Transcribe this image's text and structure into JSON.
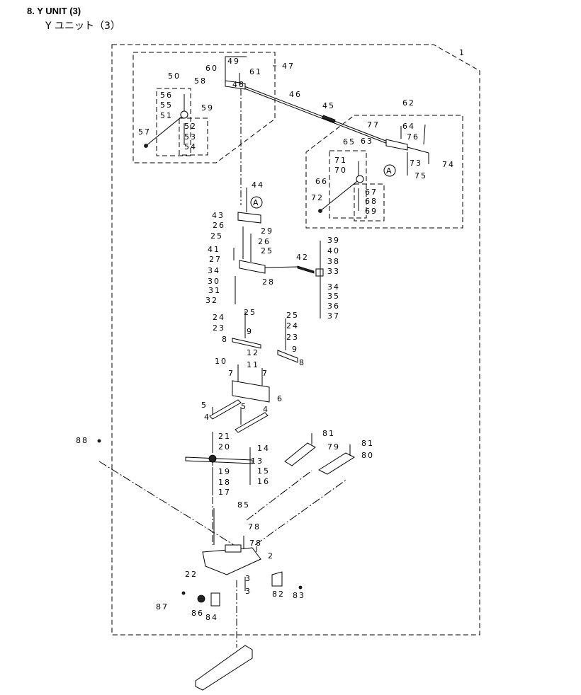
{
  "header": {
    "title": "8.  Y UNIT (3)",
    "subtitle": "Y ユニット（3）"
  },
  "labels": [
    "1",
    "2",
    "3",
    "3",
    "4",
    "4",
    "5",
    "5",
    "6",
    "7",
    "7",
    "8",
    "8",
    "9",
    "9",
    "10",
    "11",
    "12",
    "13",
    "14",
    "15",
    "16",
    "17",
    "18",
    "19",
    "20",
    "21",
    "22",
    "23",
    "23",
    "24",
    "24",
    "25",
    "25",
    "25",
    "25",
    "26",
    "26",
    "27",
    "28",
    "29",
    "30",
    "31",
    "32",
    "33",
    "34",
    "34",
    "35",
    "36",
    "37",
    "38",
    "39",
    "40",
    "41",
    "42",
    "43",
    "44",
    "45",
    "46",
    "47",
    "48",
    "49",
    "50",
    "51",
    "52",
    "53",
    "54",
    "55",
    "56",
    "57",
    "58",
    "59",
    "60",
    "61",
    "62",
    "63",
    "64",
    "65",
    "66",
    "67",
    "68",
    "69",
    "70",
    "71",
    "72",
    "73",
    "74",
    "75",
    "76",
    "77",
    "78",
    "78",
    "79",
    "80",
    "81",
    "81",
    "82",
    "83",
    "84",
    "85",
    "86",
    "87",
    "88"
  ],
  "markers": [
    "A",
    "A"
  ]
}
